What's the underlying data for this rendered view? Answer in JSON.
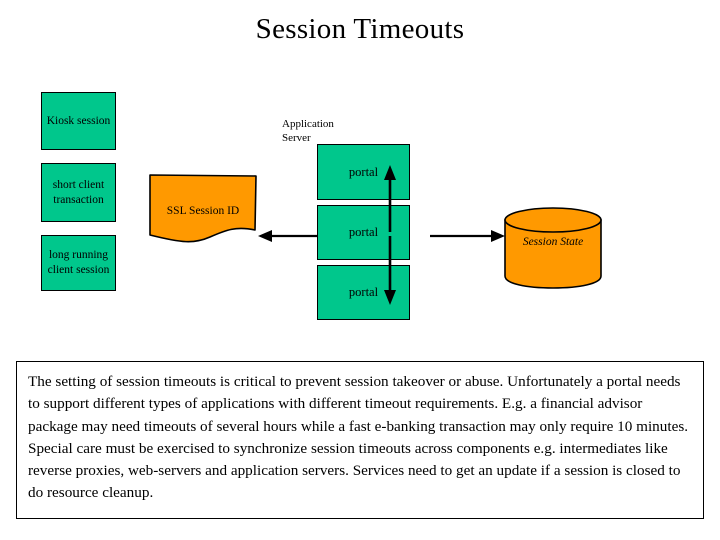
{
  "slide": {
    "title": "Session Timeouts",
    "background_color": "#FFFFFF"
  },
  "colors": {
    "green": "#00C78C",
    "orange": "#FF9900",
    "outline": "#000000",
    "text": "#000000"
  },
  "diagram": {
    "client_boxes": [
      {
        "label": "Kiosk\nsession"
      },
      {
        "label": "short\nclient\ntransaction"
      },
      {
        "label": "long running\nclient session"
      }
    ],
    "ssl_shape": {
      "label": "SSL Session ID",
      "shape": "document"
    },
    "app_server": {
      "label": "Application\nServer",
      "portals": [
        {
          "label": "portal"
        },
        {
          "label": "portal"
        },
        {
          "label": "portal"
        }
      ]
    },
    "session_store": {
      "label": "Session\nState",
      "shape": "cylinder"
    },
    "arrows": [
      {
        "name": "portal-to-ssl",
        "direction": "left"
      },
      {
        "name": "portal-to-session-state",
        "direction": "right"
      },
      {
        "name": "portal-sync-up",
        "direction": "up"
      },
      {
        "name": "portal-sync-down",
        "direction": "down"
      }
    ]
  },
  "note": {
    "text": "The setting of session timeouts is critical to prevent session takeover or abuse. Unfortunately a portal needs to support different types of applications with different timeout requirements. E.g. a financial advisor package may need timeouts of several hours while a fast e-banking transaction may only require 10 minutes. Special care must be exercised to synchronize session timeouts across components e.g. intermediates like reverse proxies, web-servers and application servers. Services need to get an update if a session is closed to do resource cleanup."
  }
}
